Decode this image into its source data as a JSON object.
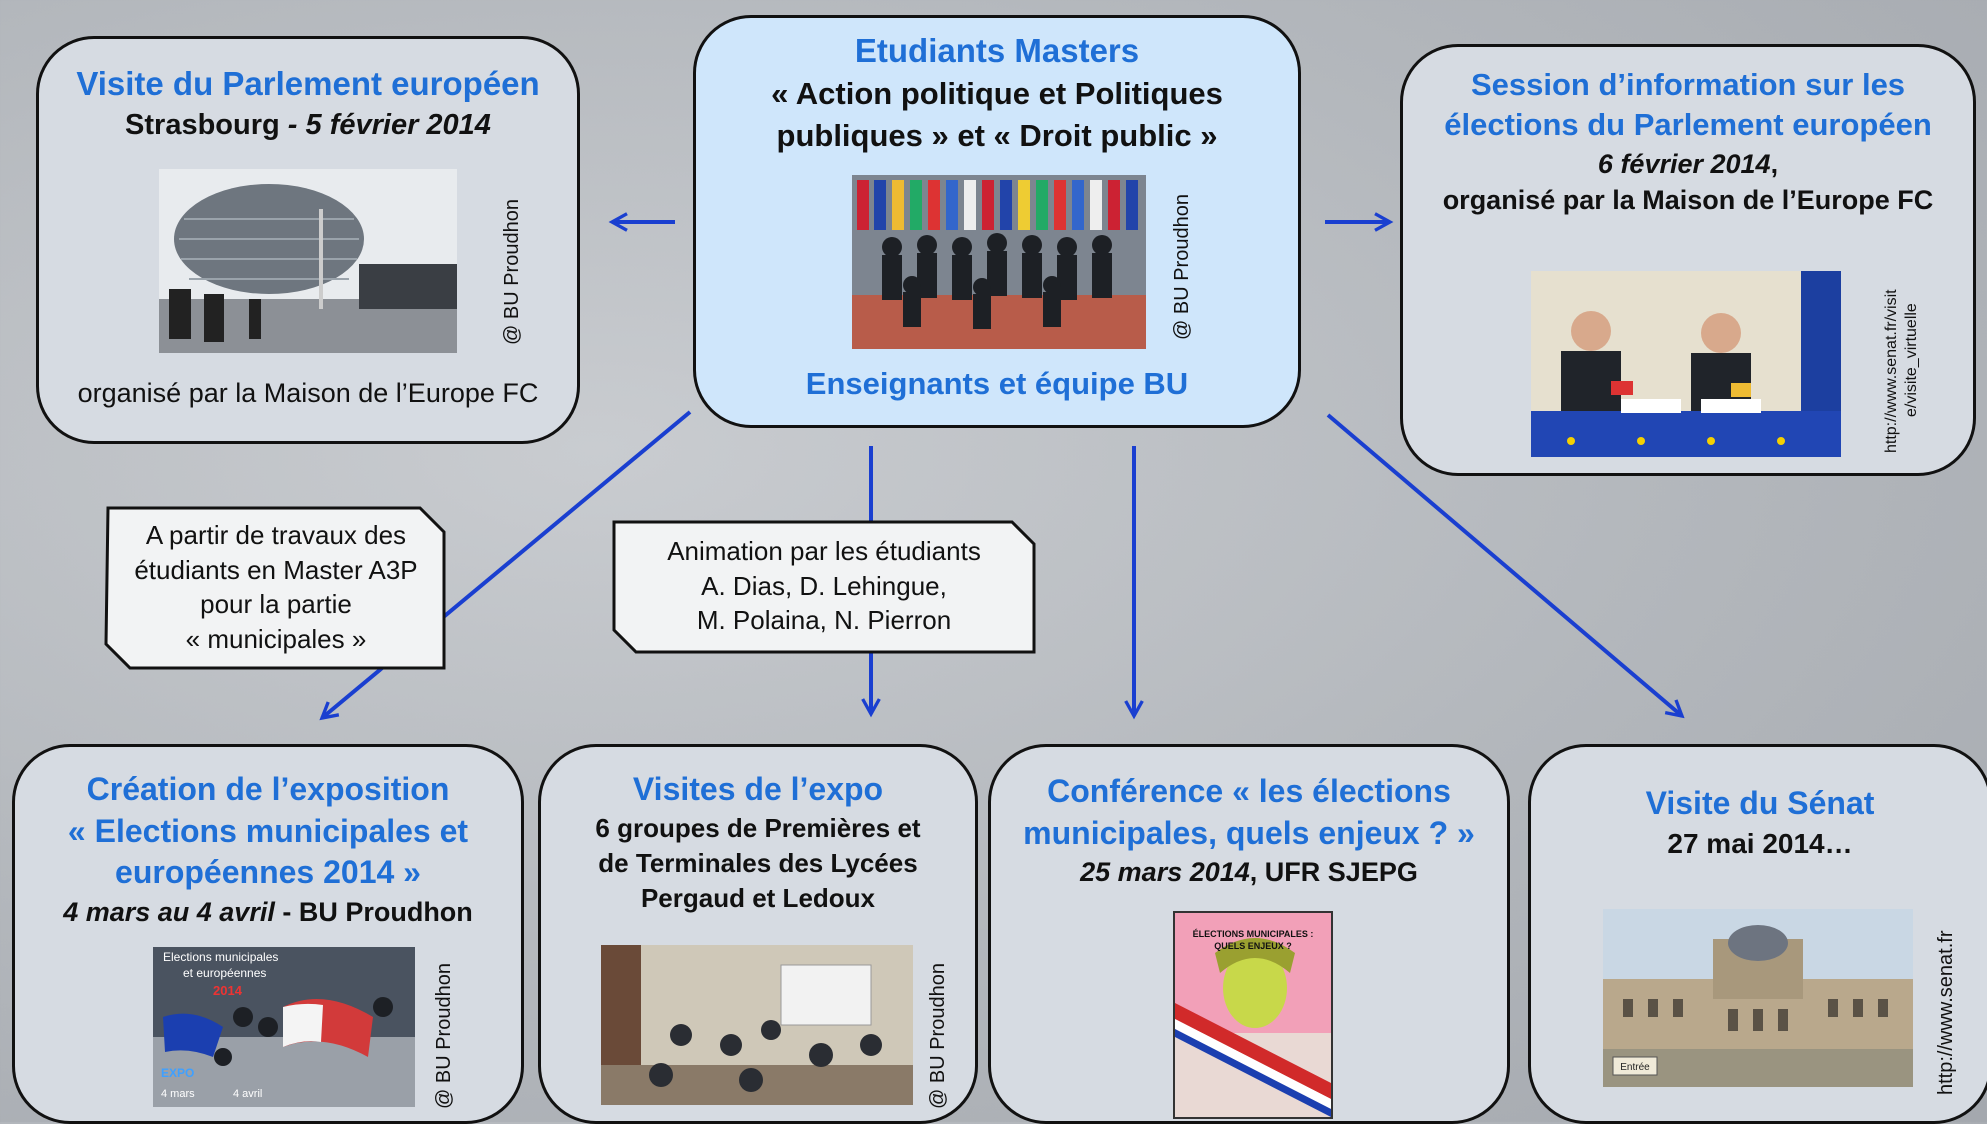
{
  "colors": {
    "accent_blue": "#1f6fd6",
    "arrow": "#1a3fd0",
    "box_fill": "#d6dbe2",
    "center_fill": "#cfe6fb"
  },
  "center": {
    "title": "Etudiants Masters",
    "subtitle_line1": "« Action politique et Politiques",
    "subtitle_line2": "publiques » et « Droit public »",
    "footer": "Enseignants et équipe BU",
    "credit": "@ BU Proudhon",
    "photo": "group-photo-flags"
  },
  "parlement": {
    "title": "Visite du Parlement européen",
    "city": "Strasbourg",
    "date": " - 5 février 2014",
    "organizer": "organisé par la Maison de l’Europe FC",
    "credit": "@ BU Proudhon",
    "photo": "parliament-building-photo"
  },
  "session": {
    "title_line1": "Session d’information sur les",
    "title_line2": "élections du Parlement européen",
    "date": "6 février 2014",
    "date_suffix": ",",
    "organizer": "organisé par la Maison de l’Europe FC",
    "credit_line1": "http://www.senat.fr/visit",
    "credit_line2": "e/visite_virtuelle",
    "photo": "panel-table-photo"
  },
  "callouts": {
    "left": [
      "A partir de travaux des",
      "étudiants en Master A3P",
      "pour la partie",
      "« municipales »"
    ],
    "middle": [
      "Animation par  les étudiants",
      "A. Dias, D. Lehingue,",
      "M. Polaina, N. Pierron"
    ]
  },
  "creation": {
    "title_line1": "Création de l’exposition",
    "title_line2": "« Elections municipales et",
    "title_line3": "européennes 2014 »",
    "date": "4 mars au 4 avril",
    "place": " - BU Proudhon",
    "credit": "@ BU Proudhon",
    "photo": "exhibition-poster-photo",
    "poster_text_1": "Elections municipales",
    "poster_text_2": "et européennes",
    "poster_text_3": "2014",
    "poster_text_4": "EXPO",
    "poster_text_5": "4 mars",
    "poster_text_6": "4 avril"
  },
  "visites": {
    "title": "Visites de l’expo",
    "line1": "6 groupes de Premières et",
    "line2": "de Terminales des Lycées",
    "line3": "Pergaud et Ledoux",
    "credit": "@ BU Proudhon",
    "photo": "classroom-photo"
  },
  "conference": {
    "title_line1": "Conférence « les élections",
    "title_line2": "municipales, quels enjeux ? »",
    "date": "25 mars 2014",
    "place": ", UFR SJEPG",
    "photo": "conference-poster",
    "poster_title_1": "ÉLECTIONS MUNICIPALES :",
    "poster_title_2": "QUELS ENJEUX ?"
  },
  "senat": {
    "title": "Visite du Sénat",
    "date": "27 mai 2014…",
    "credit": "http://www.senat.fr",
    "photo": "senat-palace-photo",
    "photo_caption": "Entrée"
  }
}
